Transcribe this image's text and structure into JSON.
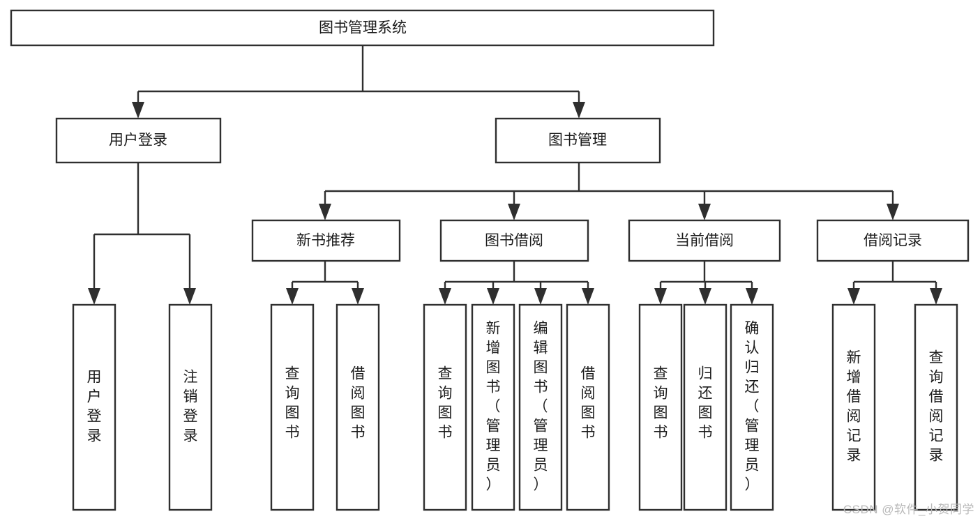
{
  "diagram": {
    "type": "tree-hierarchy",
    "title": "图书管理系统",
    "watermark": "CSDN @软件_小贺同学",
    "colors": {
      "box_stroke": "#2f2f2f",
      "box_fill": "#ffffff",
      "text": "#1b1b1b",
      "watermark": "#b9b9b9",
      "background": "#ffffff"
    },
    "levels": {
      "root": {
        "label": "图书管理系统",
        "orientation": "horizontal"
      },
      "level1": [
        {
          "label": "用户登录",
          "orientation": "horizontal"
        },
        {
          "label": "图书管理",
          "orientation": "horizontal"
        }
      ],
      "level2": [
        {
          "label": "新书推荐",
          "orientation": "horizontal",
          "parent": "图书管理"
        },
        {
          "label": "图书借阅",
          "orientation": "horizontal",
          "parent": "图书管理"
        },
        {
          "label": "当前借阅",
          "orientation": "horizontal",
          "parent": "图书管理"
        },
        {
          "label": "借阅记录",
          "orientation": "horizontal",
          "parent": "图书管理"
        }
      ],
      "leaves": [
        {
          "label": "用户登录",
          "orientation": "vertical",
          "parent": "用户登录"
        },
        {
          "label": "注销登录",
          "orientation": "vertical",
          "parent": "用户登录"
        },
        {
          "label": "查询图书",
          "orientation": "vertical",
          "parent": "新书推荐"
        },
        {
          "label": "借阅图书",
          "orientation": "vertical",
          "parent": "新书推荐"
        },
        {
          "label": "查询图书",
          "orientation": "vertical",
          "parent": "图书借阅"
        },
        {
          "label": "新增图书（管理员）",
          "orientation": "vertical",
          "parent": "图书借阅"
        },
        {
          "label": "编辑图书（管理员）",
          "orientation": "vertical",
          "parent": "图书借阅"
        },
        {
          "label": "借阅图书",
          "orientation": "vertical",
          "parent": "图书借阅"
        },
        {
          "label": "查询图书",
          "orientation": "vertical",
          "parent": "当前借阅"
        },
        {
          "label": "归还图书",
          "orientation": "vertical",
          "parent": "当前借阅"
        },
        {
          "label": "确认归还（管理员）",
          "orientation": "vertical",
          "parent": "当前借阅"
        },
        {
          "label": "新增借阅记录",
          "orientation": "vertical",
          "parent": "借阅记录"
        },
        {
          "label": "查询借阅记录",
          "orientation": "vertical",
          "parent": "借阅记录"
        }
      ]
    },
    "nodes": {
      "root": "图书管理系统",
      "user_login": "用户登录",
      "book_manage": "图书管理",
      "new_book_rec": "新书推荐",
      "book_borrow": "图书借阅",
      "current_borrow": "当前借阅",
      "borrow_record": "借阅记录",
      "leaf_user_login": "用户登录",
      "leaf_logout": "注销登录",
      "leaf_query_book_a": "查询图书",
      "leaf_borrow_book_a": "借阅图书",
      "leaf_query_book_b": "查询图书",
      "leaf_add_book_admin": "新增图书（管理员）",
      "leaf_edit_book_admin": "编辑图书（管理员）",
      "leaf_borrow_book_b": "借阅图书",
      "leaf_query_book_c": "查询图书",
      "leaf_return_book": "归还图书",
      "leaf_confirm_return_admin": "确认归还（管理员）",
      "leaf_add_record": "新增借阅记录",
      "leaf_query_record": "查询借阅记录"
    }
  }
}
